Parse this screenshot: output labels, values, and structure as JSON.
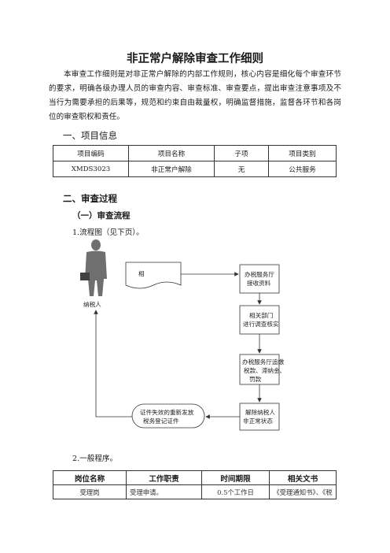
{
  "doc": {
    "title": "非正常户解除审查工作细则",
    "intro": "本审查工作细则是对非正常户解除的内部工作规则，核心内容是细化每个审查环节的要求，明确各级办理人员的审查内容、审查标准、审查要点，提出审查注意事项及不当行为需要承担的后果等，规范和约束自由裁量权，明确监督措施，监督各环节和各岗位的审查职权和责任。",
    "section1_title": "一、项目信息",
    "section2_title": "二、审查过程",
    "subsection1_title": "（一）审查流程",
    "flow_caption": "1.流程图（见下页）。",
    "general_caption": "2.一般程序。"
  },
  "project_table": {
    "headers": [
      "项目编码",
      "项目名称",
      "子项",
      "项目类别"
    ],
    "row": [
      "XMDS3023",
      "非正常户解除",
      "无",
      "公共服务"
    ]
  },
  "flowchart": {
    "person_label": "纳税人",
    "doc_box": "相关资料",
    "step1": [
      "办税服务厅",
      "接收资料"
    ],
    "step2": [
      "相关部门",
      "进行调查核实"
    ],
    "step3": [
      "办税服务厅追缴",
      "税款、滞纳金、",
      "罚款"
    ],
    "step4": [
      "解除纳税人",
      "非正常状态"
    ],
    "return_box": [
      "证件失效的重新发放",
      "税务登记证件"
    ]
  },
  "procedure_table": {
    "headers": [
      "岗位名称",
      "工作职责",
      "时间期限",
      "相关文书"
    ],
    "row": [
      "受理岗",
      "受理申请。",
      "0.5个工作日",
      "《受理通知书》、《税"
    ]
  }
}
